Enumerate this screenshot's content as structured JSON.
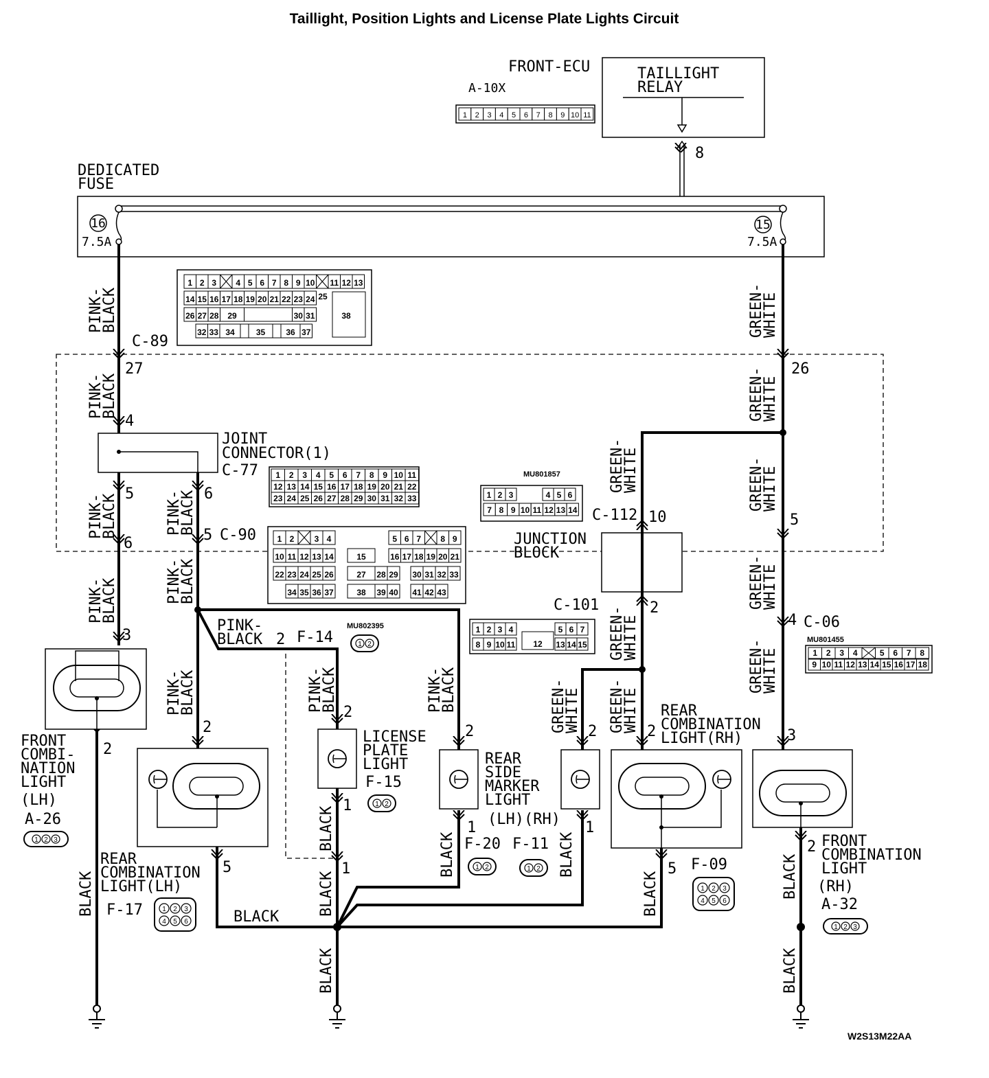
{
  "title": "Taillight, Position Lights and License Plate Lights Circuit",
  "ecu": {
    "name": "FRONT-ECU",
    "connector": "A-10X",
    "relay_line1": "TAILLIGHT",
    "relay_line2": "RELAY",
    "relay_pin": "8",
    "pins": [
      "1",
      "2",
      "3",
      "4",
      "5",
      "6",
      "7",
      "8",
      "9",
      "10",
      "11"
    ]
  },
  "fuse": {
    "label_line1": "DEDICATED",
    "label_line2": "FUSE",
    "left_no": "16",
    "left_rating": "7.5A",
    "right_no": "15",
    "right_rating": "7.5A"
  },
  "wires": {
    "pink_black_1": "PINK-",
    "pink_black_2": "BLACK",
    "green_white_1": "GREEN-",
    "green_white_2": "WHITE",
    "black": "BLACK"
  },
  "connectors": {
    "c89": "C-89",
    "c89_pin": "27",
    "c77_pin_in": "4",
    "c77_pin5": "5",
    "c77_pin6": "6",
    "joint_line1": "JOINT",
    "joint_line2": "CONNECTOR(1)",
    "c77": "C-77",
    "c90": "C-90",
    "c90_pin6": "6",
    "c90_pin5": "5",
    "c112": "C-112",
    "c112_pin": "10",
    "jb_line1": "JUNCTION",
    "jb_line2": "BLOCK",
    "c101": "C-101",
    "c101_pin": "2",
    "right_pin26": "26",
    "right_pin5": "5",
    "c06": "C-06",
    "c06_pin": "4",
    "mu801857": "MU801857",
    "mu802395": "MU802395",
    "mu801455": "MU801455",
    "f14": "F-14",
    "f14_pin": "2"
  },
  "components": {
    "front_lh": {
      "l1": "FRONT",
      "l2": "COMBI-",
      "l3": "NATION",
      "l4": "LIGHT",
      "l5": "(LH)",
      "conn": "A-26",
      "pin_top": "3",
      "pin_bot": "2"
    },
    "rear_lh": {
      "l1": "REAR",
      "l2": "COMBINATION",
      "l3": "LIGHT(LH)",
      "conn": "F-17",
      "pin_top": "2",
      "pin_bot": "5"
    },
    "license": {
      "l1": "LICENSE",
      "l2": "PLATE",
      "l3": "LIGHT",
      "conn": "F-15",
      "pin_top": "2",
      "pin_bot": "1",
      "pin_bot2": "1"
    },
    "side_marker": {
      "l1": "REAR",
      "l2": "SIDE",
      "l3": "MARKER",
      "l4": "LIGHT",
      "l5": "(LH)(RH)",
      "conn_lh": "F-20",
      "conn_rh": "F-11",
      "pin_lh_top": "2",
      "pin_lh_bot": "1",
      "pin_rh_top": "2",
      "pin_rh_bot": "1"
    },
    "rear_rh": {
      "l1": "REAR",
      "l2": "COMBINATION",
      "l3": "LIGHT(RH)",
      "conn": "F-09",
      "pin_top": "2",
      "pin_bot": "5"
    },
    "front_rh": {
      "l1": "FRONT",
      "l2": "COMBINATION",
      "l3": "LIGHT",
      "l4": "(RH)",
      "conn": "A-32",
      "pin_top": "3",
      "pin_bot": "2"
    }
  },
  "code": "W2S13M22AA"
}
